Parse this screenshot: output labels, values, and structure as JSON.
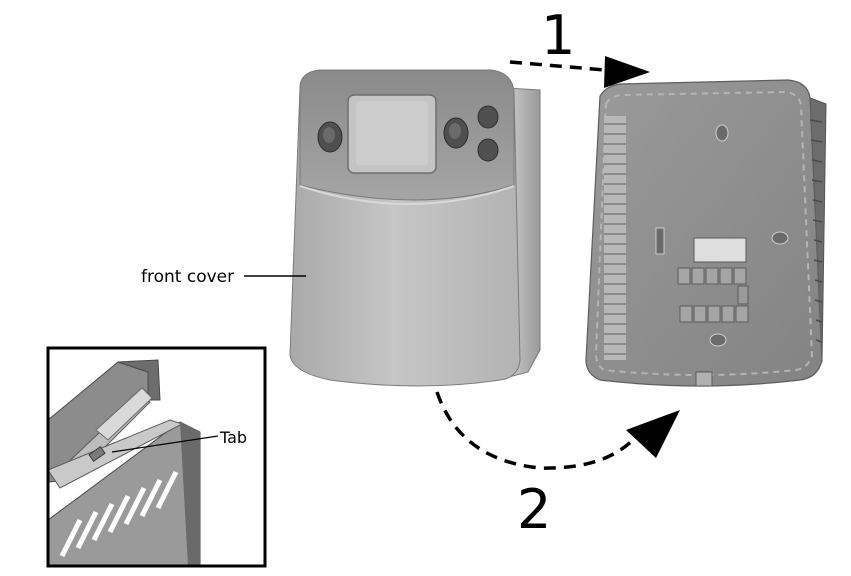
{
  "labels": {
    "front_cover": "front cover",
    "tab": "Tab"
  },
  "steps": {
    "first": "1",
    "second": "2"
  },
  "colors": {
    "cover_body": "#b9b9b9",
    "cover_top": "#9e9e9e",
    "baseplate": "#8f8f8f",
    "arrow": "#000000",
    "inset_border": "#000000"
  }
}
